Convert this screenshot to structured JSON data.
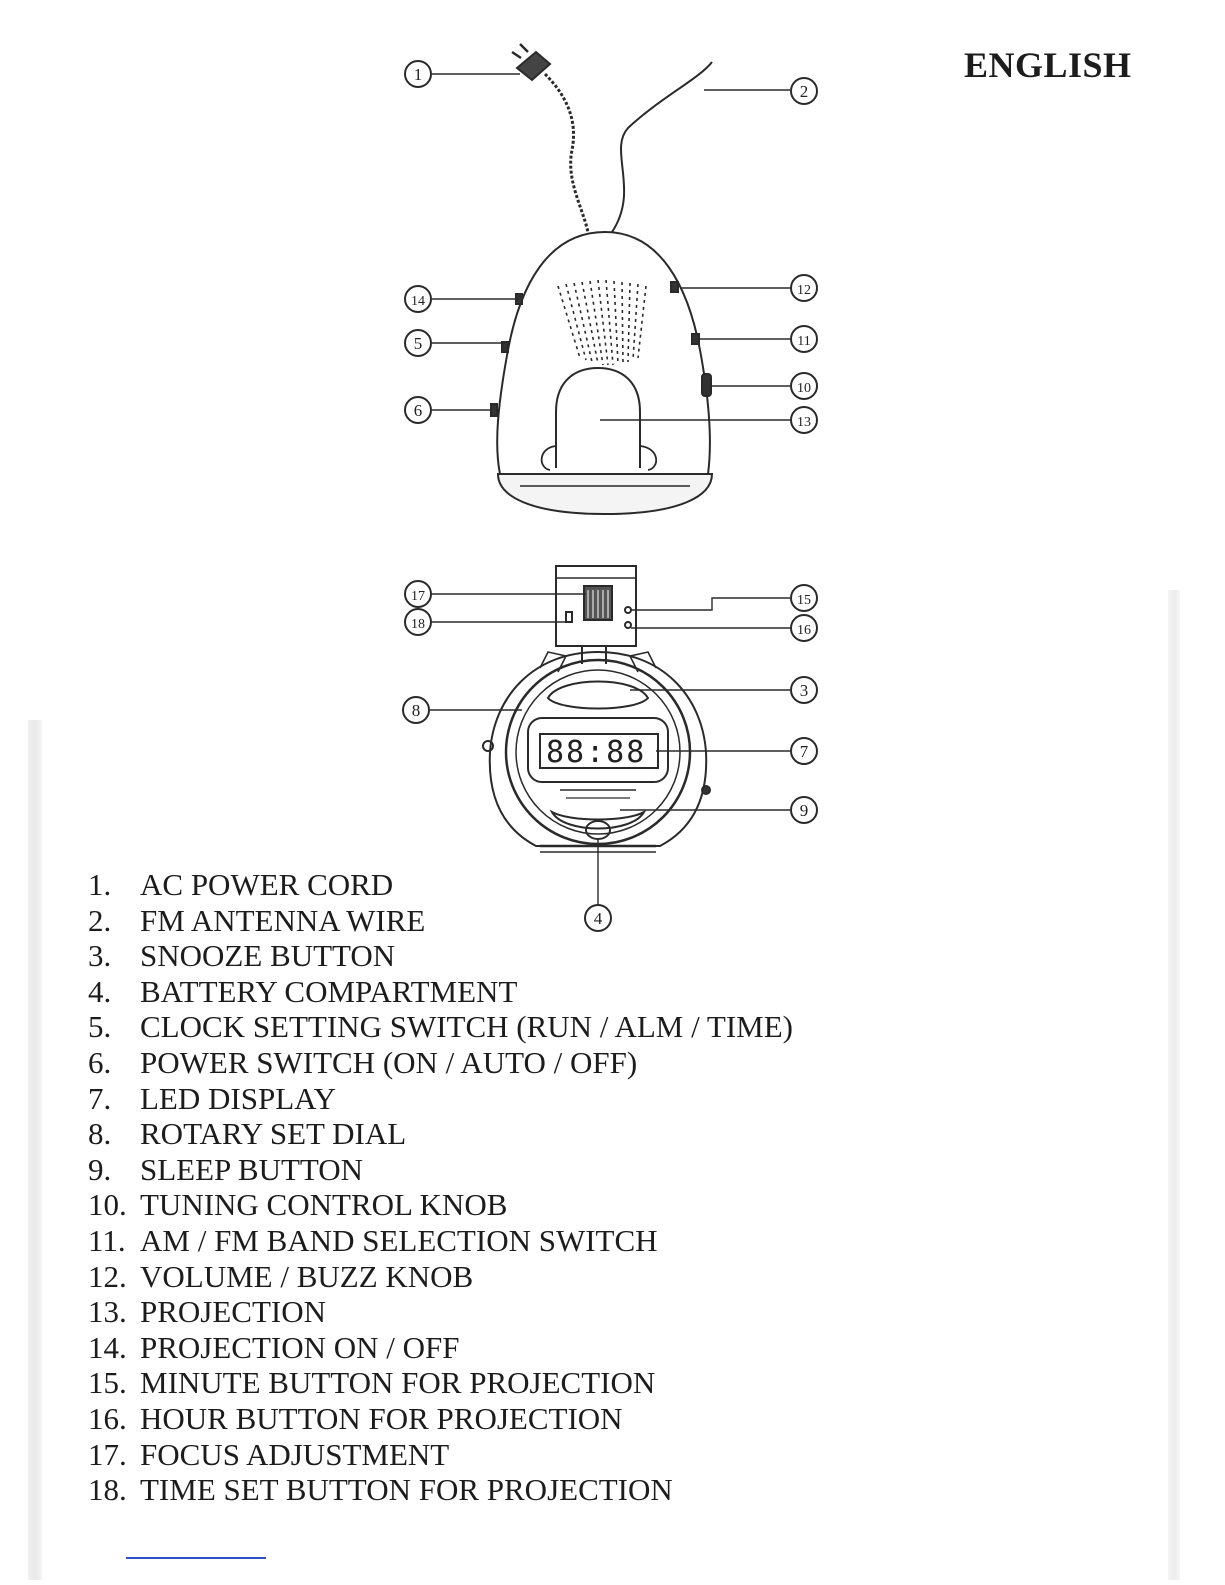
{
  "header": {
    "language": "ENGLISH"
  },
  "callouts": [
    "1",
    "2",
    "3",
    "4",
    "5",
    "6",
    "7",
    "8",
    "9",
    "10",
    "11",
    "12",
    "13",
    "14",
    "15",
    "16",
    "17",
    "18"
  ],
  "parts": [
    {
      "number": "1.",
      "label": "AC POWER CORD"
    },
    {
      "number": "2.",
      "label": "FM ANTENNA WIRE"
    },
    {
      "number": "3.",
      "label": "SNOOZE BUTTON"
    },
    {
      "number": "4.",
      "label": "BATTERY COMPARTMENT"
    },
    {
      "number": "5.",
      "label": "CLOCK SETTING SWITCH (RUN / ALM / TIME)"
    },
    {
      "number": "6.",
      "label": "POWER SWITCH (ON / AUTO / OFF)"
    },
    {
      "number": "7.",
      "label": "LED DISPLAY"
    },
    {
      "number": "8.",
      "label": "ROTARY SET DIAL"
    },
    {
      "number": "9.",
      "label": "SLEEP BUTTON"
    },
    {
      "number": "10.",
      "label": "TUNING CONTROL KNOB"
    },
    {
      "number": "11.",
      "label": "AM / FM BAND SELECTION SWITCH"
    },
    {
      "number": "12.",
      "label": "VOLUME / BUZZ KNOB"
    },
    {
      "number": "13.",
      "label": "PROJECTION"
    },
    {
      "number": "14.",
      "label": "PROJECTION ON / OFF"
    },
    {
      "number": "15.",
      "label": "MINUTE BUTTON FOR PROJECTION"
    },
    {
      "number": "16.",
      "label": "HOUR BUTTON FOR PROJECTION"
    },
    {
      "number": "17.",
      "label": "FOCUS ADJUSTMENT"
    },
    {
      "number": "18.",
      "label": "TIME SET BUTTON FOR PROJECTION"
    }
  ],
  "display": {
    "digits": "88:88"
  }
}
